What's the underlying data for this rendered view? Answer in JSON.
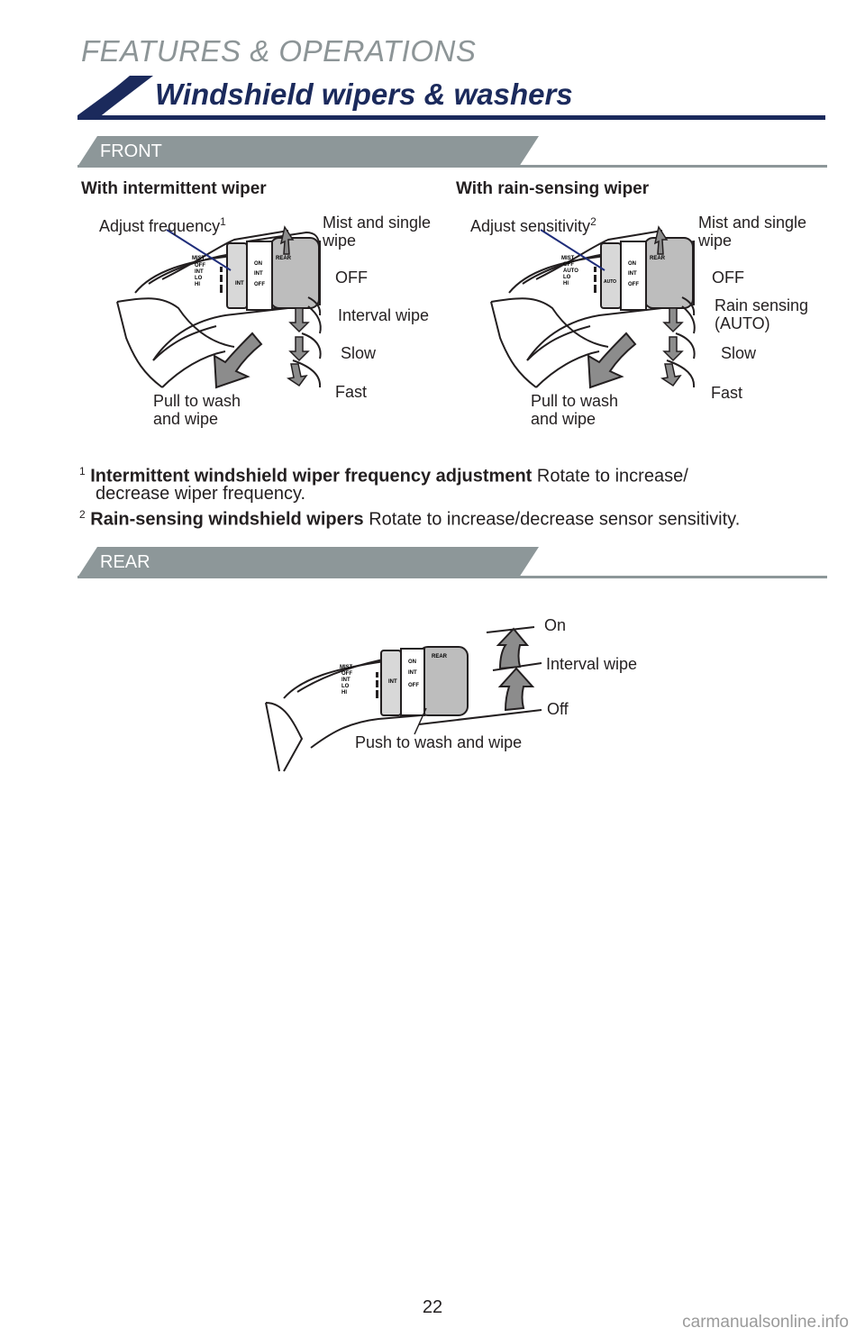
{
  "header": {
    "section": "FEATURES & OPERATIONS",
    "title": "Windshield wipers & washers"
  },
  "front": {
    "band_label": "FRONT",
    "intermittent": {
      "heading": "With intermittent wiper",
      "adjust_label": "Adjust frequency",
      "adjust_sup": "1",
      "mist_label_1": "Mist and single",
      "mist_label_2": "wipe",
      "off_label": "OFF",
      "interval_label": "Interval wipe",
      "slow_label": "Slow",
      "fast_label": "Fast",
      "pull_label_1": "Pull to wash",
      "pull_label_2": "and wipe",
      "stalk_texts": [
        "MIST",
        "OFF",
        "INT",
        "LO",
        "HI",
        "INT",
        "ON",
        "INT",
        "OFF",
        "REAR"
      ]
    },
    "rain": {
      "heading": "With rain-sensing wiper",
      "adjust_label": "Adjust sensitivity",
      "adjust_sup": "2",
      "mist_label_1": "Mist and single",
      "mist_label_2": "wipe",
      "off_label": "OFF",
      "rain_label_1": "Rain sensing",
      "rain_label_2": "(AUTO)",
      "slow_label": "Slow",
      "fast_label": "Fast",
      "pull_label_1": "Pull to wash",
      "pull_label_2": "and wipe",
      "stalk_texts": [
        "MIST",
        "OFF",
        "AUTO",
        "LO",
        "HI",
        "AUTO",
        "ON",
        "INT",
        "OFF",
        "REAR"
      ]
    }
  },
  "footnotes": [
    {
      "num": "1",
      "bold": "Intermittent windshield wiper frequency adjustment",
      "text": " Rotate to increase/",
      "text2": "decrease wiper frequency."
    },
    {
      "num": "2",
      "bold": "Rain-sensing windshield wipers",
      "text": " Rotate to increase/decrease sensor sensitivity."
    }
  ],
  "rear": {
    "band_label": "REAR",
    "on_label": "On",
    "interval_label": "Interval wipe",
    "off_label": "Off",
    "push_label": "Push to wash and wipe",
    "stalk_texts": [
      "MIST",
      "OFF",
      "INT",
      "LO",
      "HI",
      "INT",
      "ON",
      "INT",
      "OFF",
      "REAR"
    ]
  },
  "page_number": "22",
  "watermark": "carmanualsonline.info",
  "colors": {
    "navy": "#1b2a5c",
    "band_gray": "#8d9799",
    "arrow_gray": "#8c8c8c",
    "line_blue": "#1f2d7a"
  }
}
